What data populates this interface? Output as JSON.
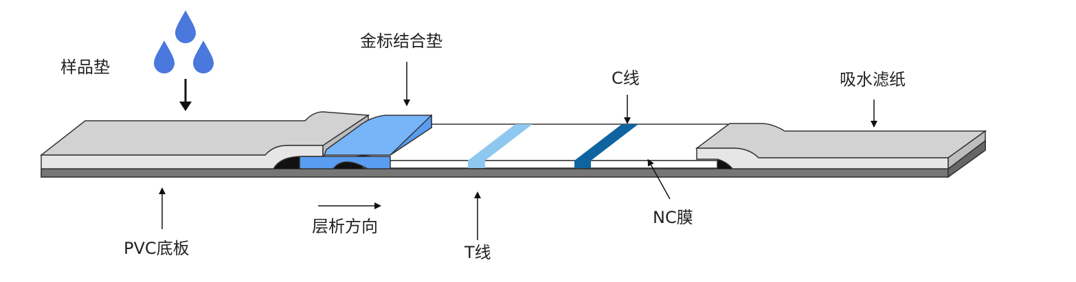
{
  "labels": {
    "sample_pad": "样品垫",
    "conjugate_pad": "金标结合垫",
    "c_line": "C线",
    "absorbent_paper": "吸水滤纸",
    "pvc_board": "PVC底板",
    "flow_direction": "层析方向",
    "t_line": "T线",
    "nc_membrane": "NC膜"
  },
  "colors": {
    "drop": "#4a78dc",
    "conjugate_top": "#78b4f8",
    "conjugate_front": "#5a9cf0",
    "t_line": "#8ec8f0",
    "c_line": "#0f64a0",
    "pad_top": "#d2d2d2",
    "pad_front": "#e6e6e6",
    "pvc_top": "#b4b4b4",
    "pvc_front": "#767676"
  }
}
